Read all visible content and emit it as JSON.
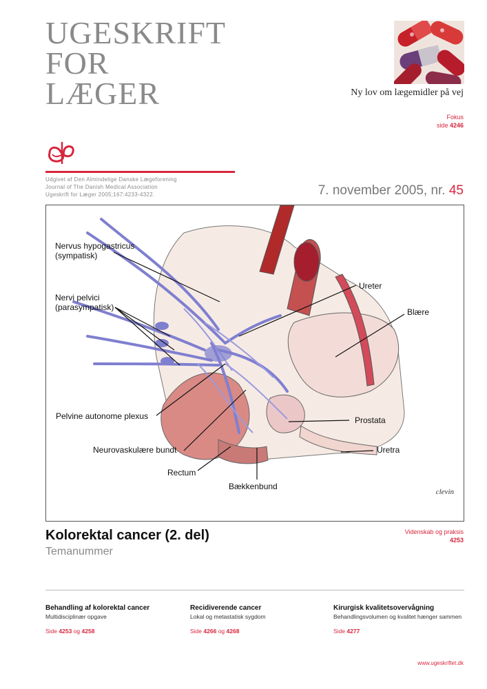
{
  "masthead": {
    "line1": "UGESKRIFT",
    "line2": "FOR",
    "line3": "LÆGER"
  },
  "publisher": {
    "line1": "Udgivet af Den Almindelige Danske Lægeforening",
    "line2": "Journal of The Danish Medical Association",
    "line3": "Ugeskrift for Læger 2005;167:4233-4322."
  },
  "issue": {
    "date_text": "7. november 2005, nr.",
    "number": "45"
  },
  "teaser": {
    "title": "Ny lov om lægemidler på vej",
    "section": "Fokus",
    "page_prefix": "side",
    "page": "4246"
  },
  "figure": {
    "labels": {
      "nervus_hypogastricus": "Nervus hypogastricus",
      "sympatisk": "(sympatisk)",
      "nervi_pelvici": "Nervi pelvici",
      "parasympatisk": "(parasympatisk)",
      "ureter": "Ureter",
      "blaere": "Blære",
      "pelvine": "Pelvine autonome plexus",
      "prostata": "Prostata",
      "neurovaskulaere": "Neurovaskulære bundt",
      "uretra": "Uretra",
      "rectum": "Rectum",
      "baekkenbund": "Bækkenbund"
    },
    "credit": "clevin"
  },
  "main": {
    "title": "Kolorektal cancer (2. del)",
    "subtitle": "Temanummer",
    "section": "Videnskab og praksis",
    "page": "4253"
  },
  "columns": [
    {
      "heading": "Behandling af kolorektal cancer",
      "desc": "Multidisciplinær opgave",
      "side": "Side",
      "p1": "4253",
      "og": "og",
      "p2": "4258"
    },
    {
      "heading": "Recidiverende cancer",
      "desc": "Lokal og metastatisk sygdom",
      "side": "Side",
      "p1": "4266",
      "og": "og",
      "p2": "4268"
    },
    {
      "heading": "Kirurgisk kvalitetsovervågning",
      "desc": "Behandlingsvolumen og kvalitet hænger sammen",
      "side": "Side",
      "p1": "4277"
    }
  ],
  "footer": {
    "url": "www.ugeskriftet.dk"
  },
  "colors": {
    "accent": "#d7263d",
    "gray": "#8a8a8a",
    "nerve": "#7f7fd0"
  }
}
